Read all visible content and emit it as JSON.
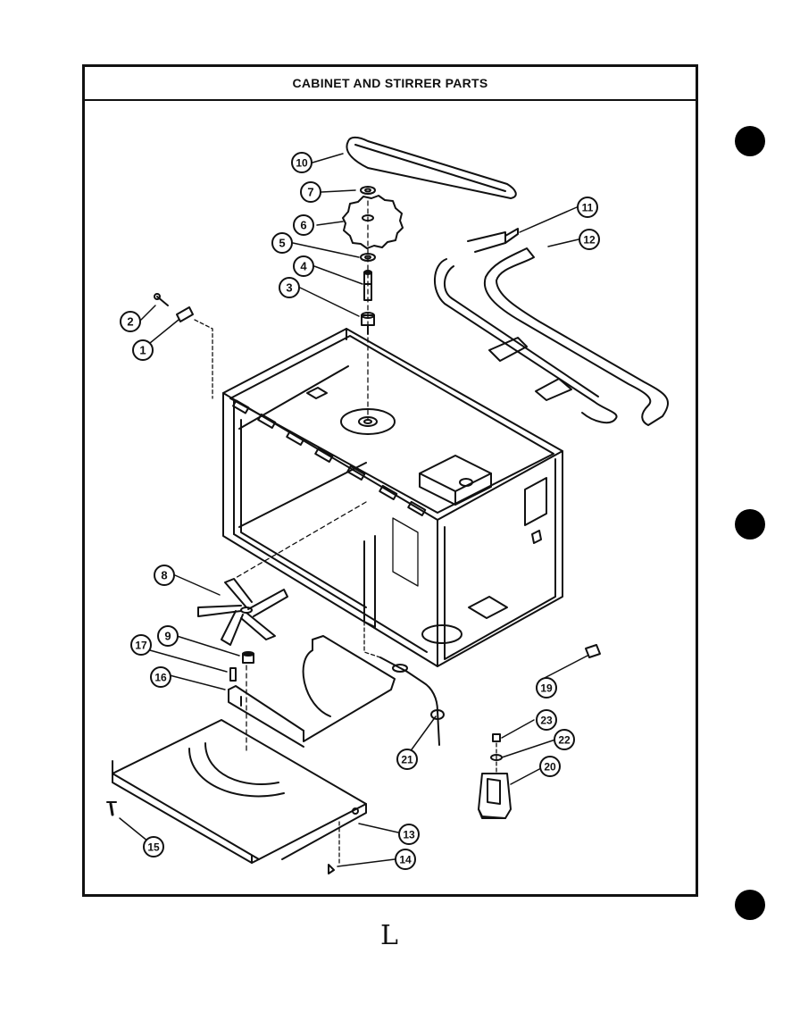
{
  "title": "CABINET AND STIRRER PARTS",
  "page_mark": "L",
  "callouts": [
    "1",
    "2",
    "3",
    "4",
    "5",
    "6",
    "7",
    "8",
    "9",
    "10",
    "11",
    "12",
    "13",
    "14",
    "15",
    "16",
    "17",
    "19",
    "20",
    "21",
    "22",
    "23"
  ]
}
